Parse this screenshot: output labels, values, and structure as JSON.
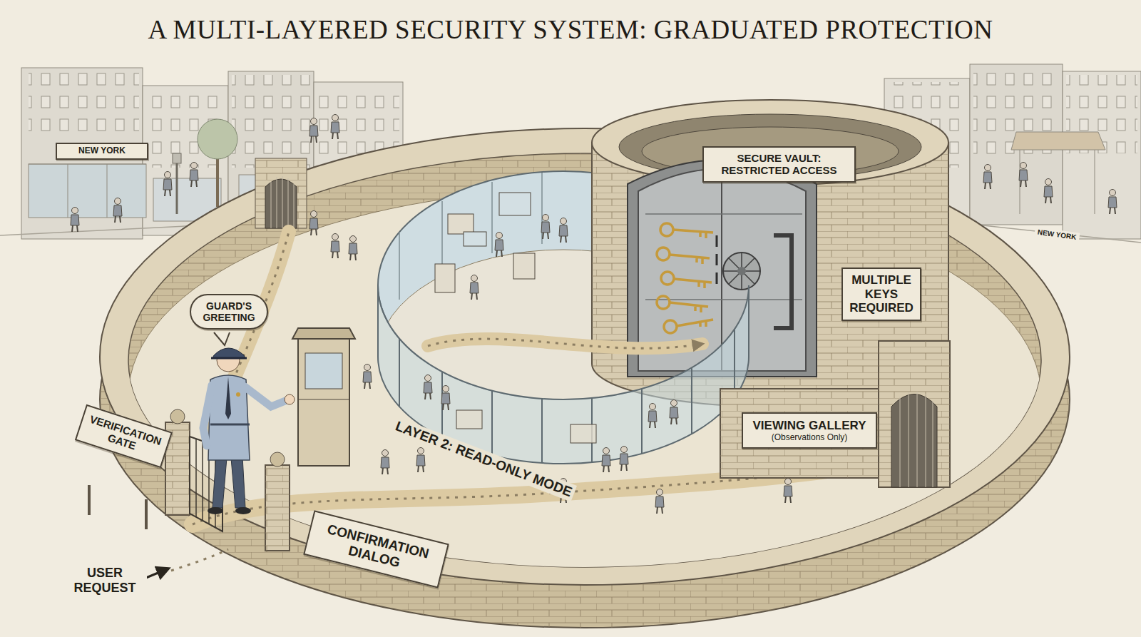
{
  "diagram": {
    "title": "A MULTI-LAYERED SECURITY SYSTEM: GRADUATED PROTECTION",
    "nodes": [
      {
        "text": [
          "NEW YORK"
        ]
      },
      {
        "text": [
          "SECURE VAULT: RESTRICTED ACCESS"
        ]
      },
      {
        "text": [
          "GUARD'S GREETING"
        ]
      },
      {
        "text": [
          "MULTIPLE KEYS REQUIRED"
        ]
      },
      {
        "text": [
          "VERIFICATION GATE"
        ]
      },
      {
        "text": [
          "VIEWING GALLERY",
          "(Observations Only)"
        ]
      },
      {
        "text": [
          "CONFIRMATION DIALOG"
        ]
      }
    ],
    "labels": [
      "NEW YORK",
      "LAYER 2: READ-ONLY MODE",
      "USER REQUEST"
    ]
  }
}
